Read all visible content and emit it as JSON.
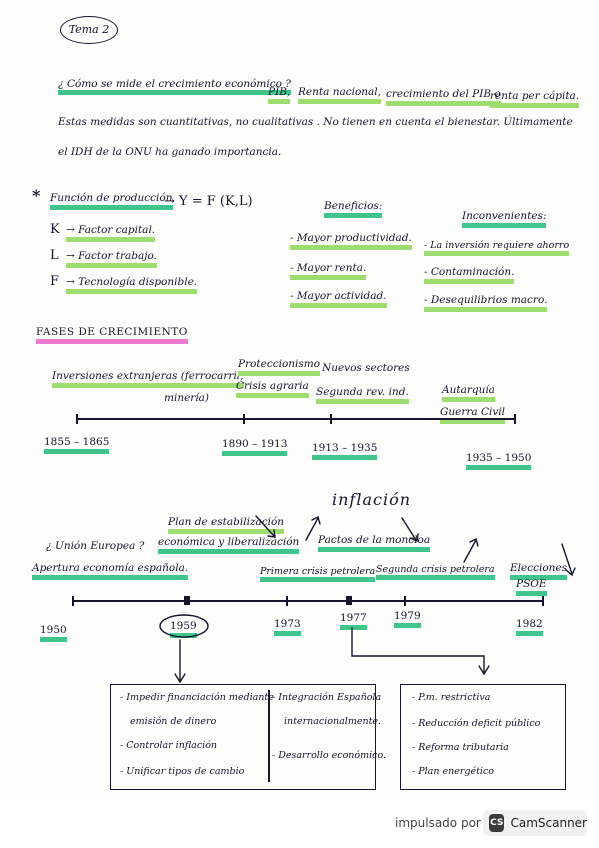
{
  "header": {
    "topic": "Tema 2"
  },
  "intro": {
    "question": "¿ Cómo se mide el crecimiento económico ?",
    "m1": "PIB,",
    "m2": "Renta nacional,",
    "m3": "crecimiento del PIB o",
    "m4": "renta per cápita.",
    "line2": "Estas medidas son cuantitativas, no cualitativas . No tienen en cuenta el bienestar. Últimamente",
    "line3": "el IDH de la ONU ha ganado importancia."
  },
  "production": {
    "star": "*",
    "title": "Función de producción",
    "formula": "→  Y = F (K,L)",
    "factors": [
      {
        "letter": "K",
        "label": "→ Factor capital."
      },
      {
        "letter": "L",
        "label": "→ Factor trabajo."
      },
      {
        "letter": "F",
        "label": "→ Tecnología disponible."
      }
    ]
  },
  "benefits": {
    "title": "Beneficios:",
    "items": [
      "- Mayor productividad.",
      "- Mayor renta.",
      "- Mayor actividad."
    ]
  },
  "drawbacks": {
    "title": "Inconvenientes:",
    "items": [
      "- La inversión requiere ahorro",
      "- Contaminación.",
      "- Desequilibrios macro."
    ]
  },
  "phases": {
    "title": "FASES DE CRECIMIENTO",
    "t1": {
      "above": [
        {
          "text": "Inversiones extranjeras (ferrocarril,"
        },
        {
          "text": "minería)"
        },
        {
          "text": "Proteccionismo"
        },
        {
          "text": "Crisis agraria"
        },
        {
          "text": "Nuevos sectores"
        },
        {
          "text": "Segunda rev. ind."
        },
        {
          "text": "Autarquía"
        },
        {
          "text": "Guerra Civil"
        }
      ],
      "dates": [
        "1855 – 1865",
        "1890 – 1913",
        "1913 – 1935",
        "1935 – 1950"
      ]
    },
    "t2": {
      "inflation": "inflación",
      "above": [
        {
          "text": "¿ Unión Europea ?"
        },
        {
          "text": "Apertura economía española."
        },
        {
          "text": "Plan de estabilización"
        },
        {
          "text": "económica y liberalización"
        },
        {
          "text": "Pactos de la moncloa"
        },
        {
          "text": "Primera crisis petrolera"
        },
        {
          "text": "Segunda crisis petrolera"
        },
        {
          "text": "Elecciones"
        },
        {
          "text": "PSOE"
        }
      ],
      "dates": [
        "1950",
        "1959",
        "1973",
        "1977",
        "1979",
        "1982"
      ]
    }
  },
  "boxes": {
    "left": [
      "- Impedir financiación mediante",
      "emisión de dinero",
      "- Controlar inflación",
      "- Unificar tipos de cambio",
      "- Integración Española",
      "internacionalmente.",
      "- Desarrollo económico."
    ],
    "right": [
      "- P.m. restrictiva",
      "- Reducción deficit público",
      "- Reforma tributaria",
      "- Plan energético"
    ]
  },
  "footer": {
    "powered_by": "impulsado por",
    "brand": "CamScanner",
    "brand_icon": "CS"
  }
}
